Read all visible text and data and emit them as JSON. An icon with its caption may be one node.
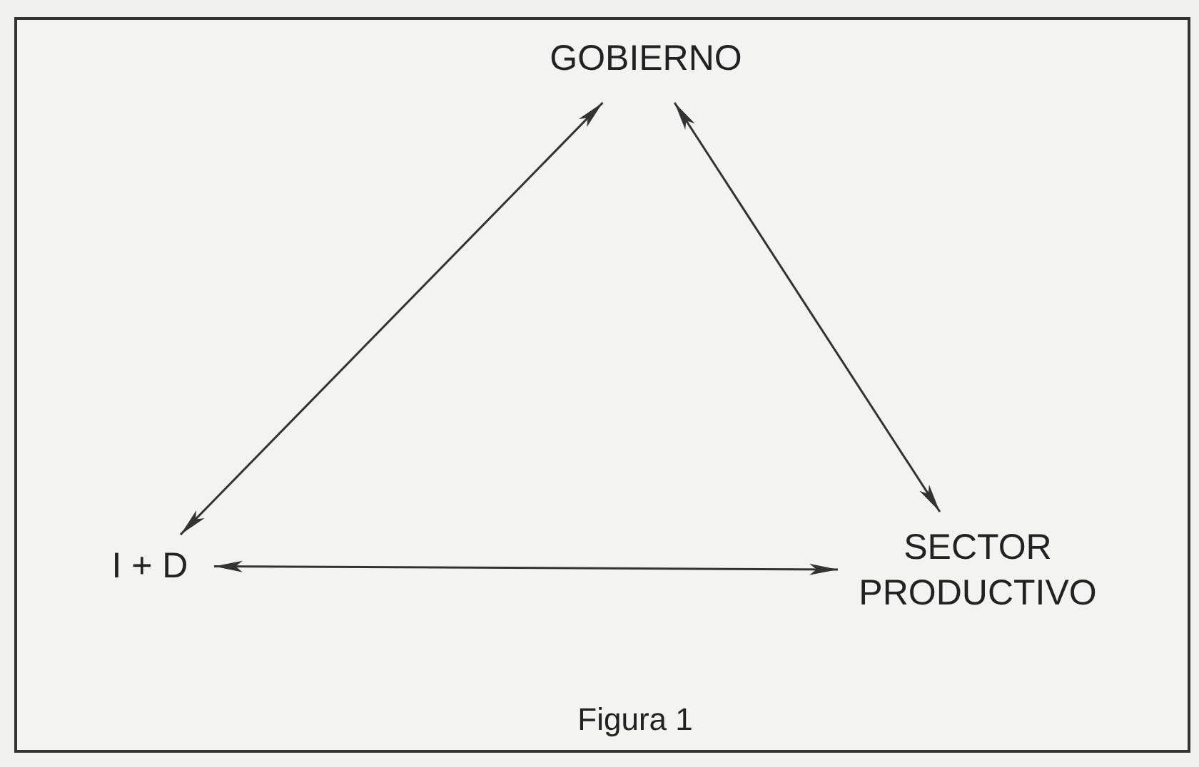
{
  "diagram": {
    "caption": "Figura 1",
    "nodes": [
      {
        "text": [
          "GOBIERNO"
        ]
      },
      {
        "text": [
          "I + D"
        ]
      },
      {
        "text": [
          "SECTOR PRODUCTIVO"
        ]
      }
    ],
    "edges": [
      {
        "from": 0,
        "to": 1,
        "arrow": "both"
      },
      {
        "from": 0,
        "to": 2,
        "arrow": "both"
      },
      {
        "from": 1,
        "to": 2,
        "arrow": "both"
      }
    ]
  }
}
